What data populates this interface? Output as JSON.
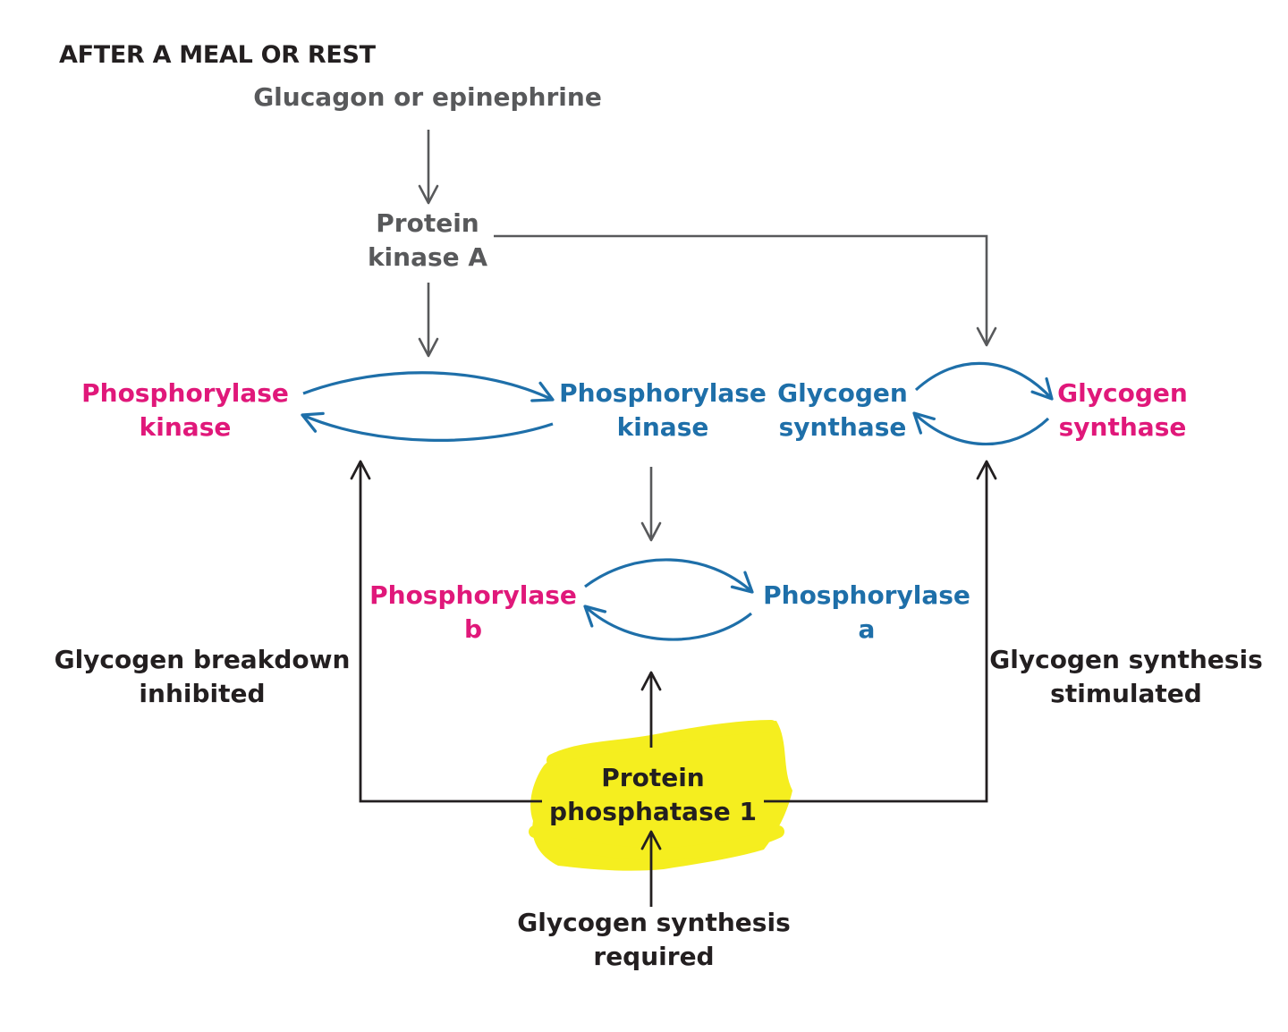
{
  "title": "AFTER A MEAL OR REST",
  "colors": {
    "control_gray": "#58595b",
    "active_pink": "#e0187a",
    "inactive_blue": "#1e6fa9",
    "text_black": "#231f20",
    "highlight_yellow": "#f5ee1f"
  },
  "nodes": {
    "glucagon": {
      "line1": "Glucagon or epinephrine"
    },
    "pka": {
      "line1": "Protein",
      "line2": "kinase A"
    },
    "phk_active": {
      "line1": "Phosphorylase",
      "line2": "kinase"
    },
    "phk_inactive": {
      "line1": "Phosphorylase",
      "line2": "kinase"
    },
    "gs_inactive": {
      "line1": "Glycogen",
      "line2": "synthase"
    },
    "gs_active": {
      "line1": "Glycogen",
      "line2": "synthase"
    },
    "ph_b": {
      "line1": "Phosphorylase",
      "line2": "b"
    },
    "ph_a": {
      "line1": "Phosphorylase",
      "line2": "a"
    },
    "breakdown": {
      "line1": "Glycogen breakdown",
      "line2": "inhibited"
    },
    "synthesis_stim": {
      "line1": "Glycogen synthesis",
      "line2": "stimulated"
    },
    "pp1": {
      "line1": "Protein",
      "line2": "phosphatase 1"
    },
    "required": {
      "line1": "Glycogen synthesis",
      "line2": "required"
    }
  }
}
